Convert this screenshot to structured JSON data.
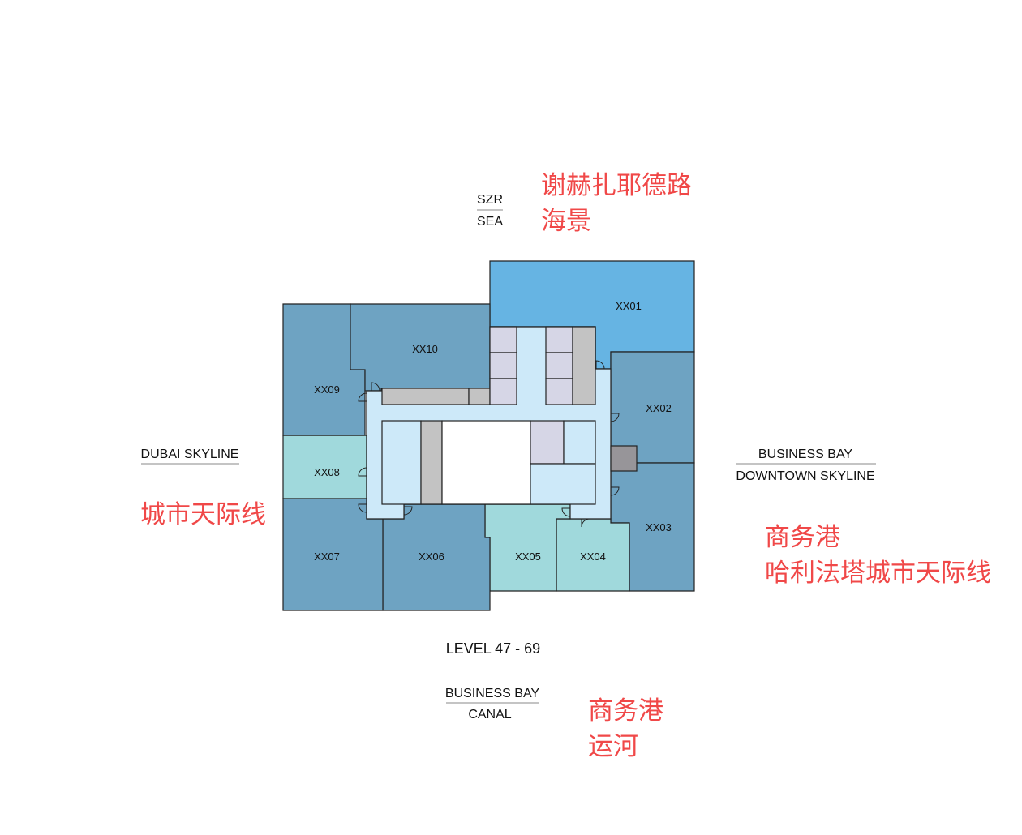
{
  "title": "LEVEL 47 - 69",
  "views": {
    "north": {
      "top": "SZR",
      "bottom": "SEA",
      "translation": [
        "谢赫扎耶德路",
        "海景"
      ]
    },
    "west": {
      "top": "DUBAI SKYLINE",
      "translation": [
        "城市天际线"
      ]
    },
    "east": {
      "top": "BUSINESS BAY",
      "bottom": "DOWNTOWN SKYLINE",
      "translation": [
        "商务港",
        "哈利法塔城市天际线"
      ]
    },
    "south": {
      "top": "BUSINESS BAY",
      "bottom": "CANAL",
      "translation": [
        "商务港",
        "运河"
      ]
    }
  },
  "units": [
    "XX01",
    "XX02",
    "XX03",
    "XX04",
    "XX05",
    "XX06",
    "XX07",
    "XX08",
    "XX09",
    "XX10"
  ],
  "colors": {
    "unit_blue": "#6ea3c2",
    "unit_bright": "#66b4e3",
    "unit_teal": "#a0d9dc",
    "corridor": "#cde9f9",
    "service": "#d6d6e6",
    "shaft": "#c3c3c3",
    "annotation": "#f04848"
  }
}
